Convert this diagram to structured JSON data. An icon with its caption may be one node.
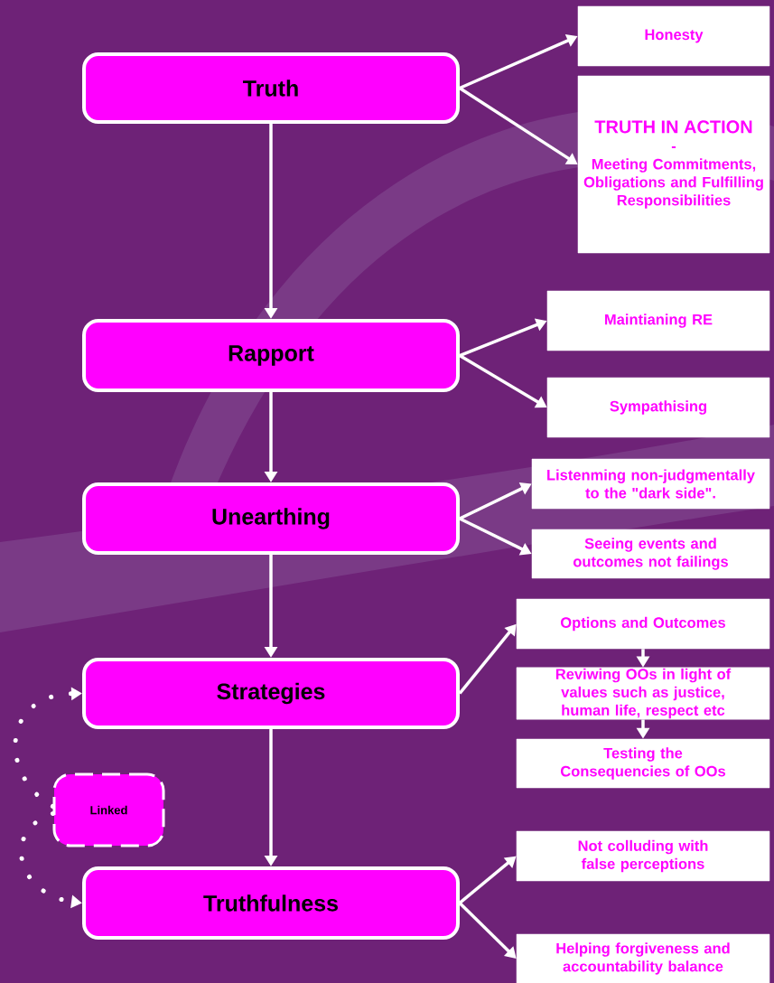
{
  "diagram": {
    "nodes": [
      {
        "text": [
          "Truth"
        ]
      },
      {
        "text": [
          "Honesty"
        ]
      },
      {
        "text": [
          "TRUTH IN ACTION",
          "-",
          "Meeting Commitments, Obligations and Fulfilling Responsibilities"
        ]
      },
      {
        "text": [
          "Rapport"
        ]
      },
      {
        "text": [
          "Maintianing RE"
        ]
      },
      {
        "text": [
          "Sympathising"
        ]
      },
      {
        "text": [
          "Unearthing"
        ]
      },
      {
        "text": [
          "Listenming non-judgmentally to the \"dark side\"."
        ]
      },
      {
        "text": [
          "Seeing events and outcomes not failings"
        ]
      },
      {
        "text": [
          "Strategies"
        ]
      },
      {
        "text": [
          "Options and Outcomes"
        ]
      },
      {
        "text": [
          "Reviwing OOs in light of values such as justice, human life, respect etc"
        ]
      },
      {
        "text": [
          "Testing the Consequencies of OOs"
        ]
      },
      {
        "text": [
          "Linked"
        ]
      },
      {
        "text": [
          "Truthfulness"
        ]
      },
      {
        "text": [
          "Not colluding with false perceptions"
        ]
      },
      {
        "text": [
          "Helping forgiveness and accountability balance"
        ]
      }
    ],
    "edges": [
      {
        "from": 0,
        "to": 1,
        "arrow": "to"
      },
      {
        "from": 0,
        "to": 2,
        "arrow": "to"
      },
      {
        "from": 0,
        "to": 3,
        "arrow": "to"
      },
      {
        "from": 3,
        "to": 4,
        "arrow": "to"
      },
      {
        "from": 3,
        "to": 5,
        "arrow": "to"
      },
      {
        "from": 3,
        "to": 6,
        "arrow": "to"
      },
      {
        "from": 6,
        "to": 7,
        "arrow": "to"
      },
      {
        "from": 6,
        "to": 8,
        "arrow": "to"
      },
      {
        "from": 6,
        "to": 9,
        "arrow": "to"
      },
      {
        "from": 9,
        "to": 10,
        "arrow": "to"
      },
      {
        "from": 10,
        "to": 11,
        "arrow": "to"
      },
      {
        "from": 11,
        "to": 12,
        "arrow": "to"
      },
      {
        "from": 9,
        "to": 14,
        "arrow": "to"
      },
      {
        "from": 14,
        "to": 15,
        "arrow": "to"
      },
      {
        "from": 14,
        "to": 16,
        "arrow": "to"
      },
      {
        "from": 13,
        "to": 9,
        "arrow": "to",
        "style": "dashed"
      },
      {
        "from": 13,
        "to": 14,
        "arrow": "to",
        "style": "dashed"
      }
    ]
  }
}
